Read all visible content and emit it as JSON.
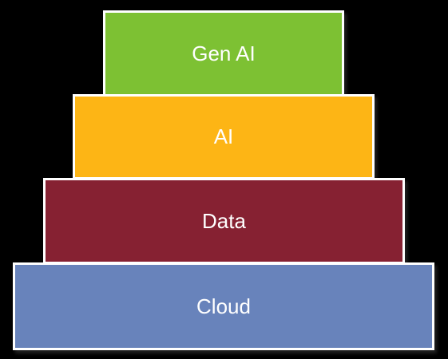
{
  "pyramid": {
    "tiers": [
      {
        "label": "Gen AI",
        "color": "#7dc133"
      },
      {
        "label": "AI",
        "color": "#fdb515"
      },
      {
        "label": "Data",
        "color": "#862132"
      },
      {
        "label": "Cloud",
        "color": "#6883bb"
      }
    ],
    "border_color": "#ffffff",
    "background_color": "#000000"
  }
}
